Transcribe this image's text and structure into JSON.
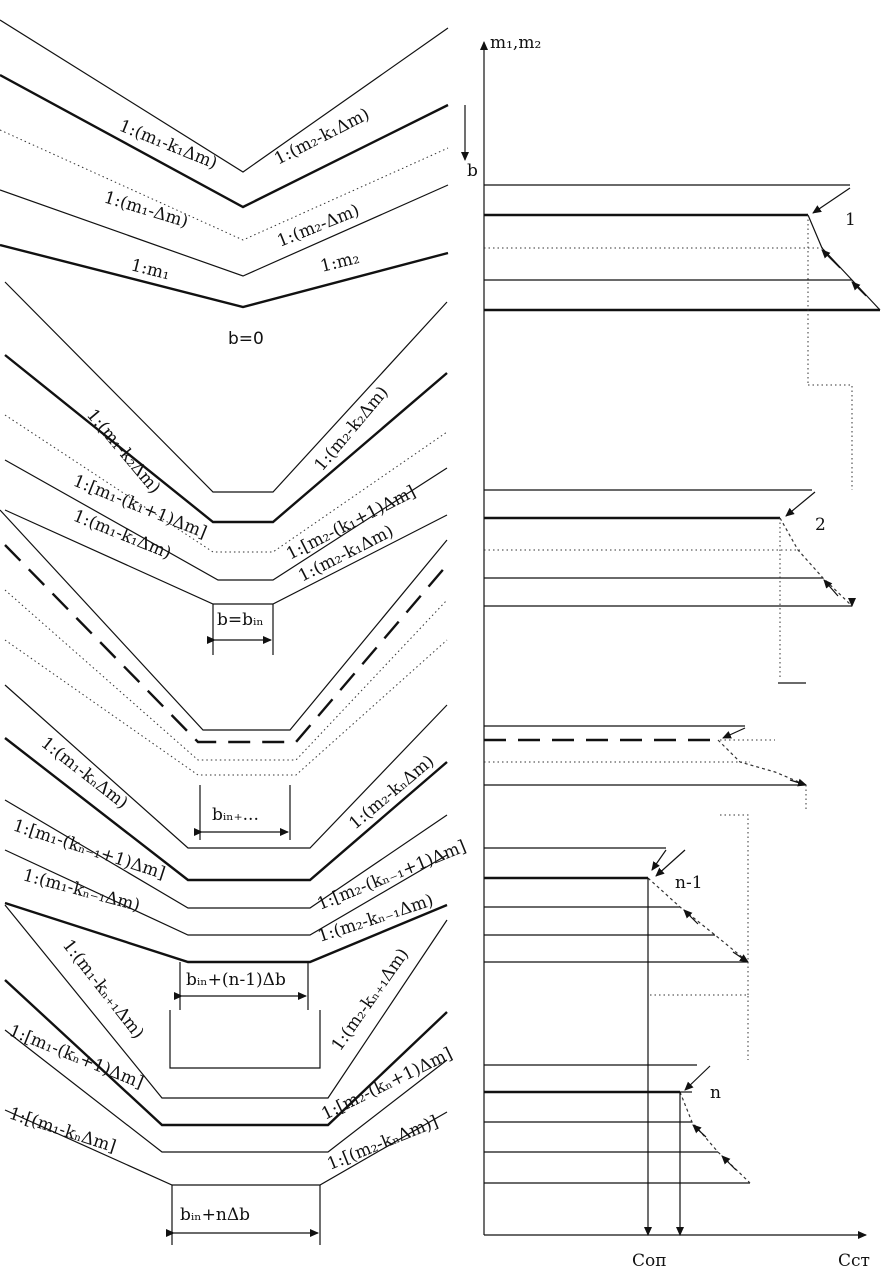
{
  "axes": {
    "y_label": "m₁,m₂",
    "b_label": "b",
    "x_label": "Cст",
    "con_label": "Cоп"
  },
  "sections": {
    "s1_slope_left": "1:(m₁-k₁Δm)",
    "s1_slope_right": "1:(m₂-k₁Δm)",
    "s1b_slope_left": "1:(m₁-Δm)",
    "s1b_slope_right": "1:(m₂-Δm)",
    "s1c_slope_left": "1:m₁",
    "s1c_slope_right": "1:m₂",
    "b_zero": "b=0",
    "s2_slope_left": "1:(m₁-k₂Δm)",
    "s2_slope_right": "1:(m₂-k₂Δm)",
    "s2b_slope_left": "1:[m₁-(k₁+1)Δm]",
    "s2b_slope_right": "1:[m₂-(k₁+1)Δm]",
    "s2c_slope_left": "1:(m₁-k₁Δm)",
    "s2c_slope_right": "1:(m₂-k₁Δm)",
    "b_in": "b=bᵢₙ",
    "s3_slope_left": "1:(m₁-kₙΔm)",
    "s3_slope_right": "1:(m₂-kₙΔm)",
    "b_in_plus": "bᵢₙ₊...",
    "s4_slope_left": "1:[m₁-(kₙ₋₁+1)Δm]",
    "s4_slope_right": "1:[m₂-(kₙ₋₁+1)Δm]",
    "s4b_slope_left": "1:(m₁-kₙ₋₁Δm)",
    "s4b_slope_right": "1:(m₂-kₙ₋₁Δm)",
    "b_n1": "bᵢₙ+(n-1)Δb",
    "s5_slope_left": "1:(m₁-kₙ₊₁Δm)",
    "s5_slope_right": "1:(m₂-kₙ₊₁Δm)",
    "s5b_slope_left": "1:[m₁-(kₙ+1)Δm]",
    "s5b_slope_right": "1:[m₂-(kₙ+1)Δm]",
    "s5c_slope_left": "1:[(m₁-kₙΔm]",
    "s5c_slope_right": "1:[(m₂-kₙΔm)]",
    "b_n": "bᵢₙ+nΔb"
  },
  "markers": {
    "m1": "1",
    "m2": "2",
    "mn1": "n-1",
    "mn": "n"
  }
}
